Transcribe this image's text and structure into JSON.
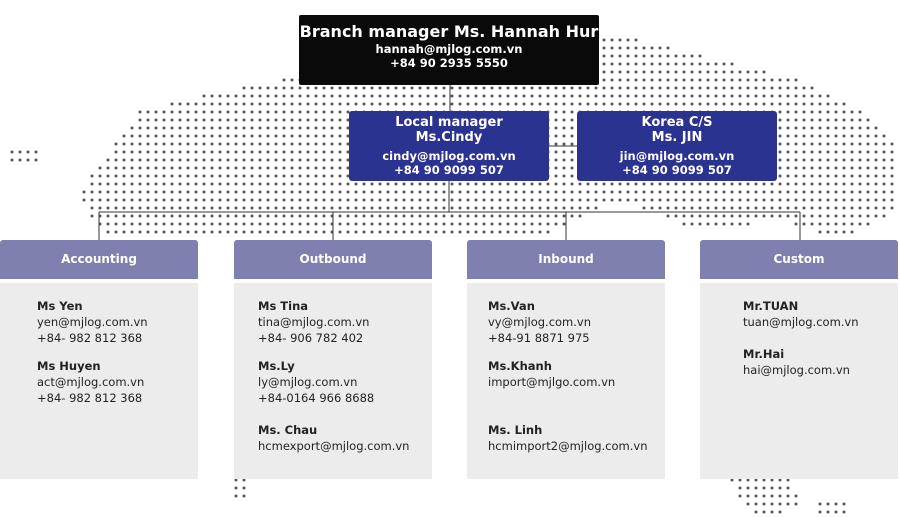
{
  "branch_manager": {
    "title": "Branch manager Ms. Hannah Hur",
    "email": "hannah@mjlog.com.vn",
    "phone": "+84 90 2935 5550"
  },
  "local_manager": {
    "title": "Local manager",
    "name": "Ms.Cindy",
    "email": "cindy@mjlog.com.vn",
    "phone": "+84 90 9099 507"
  },
  "korea_cs": {
    "title": "Korea C/S",
    "name": "Ms. JIN",
    "email": "jin@mjlog.com.vn",
    "phone": "+84 90 9099 507"
  },
  "departments": [
    {
      "name": "Accounting",
      "people": [
        {
          "name": "Ms Yen",
          "email": "yen@mjlog.com.vn",
          "phone": "+84- 982 812 368"
        },
        {
          "name": "Ms Huyen",
          "email": "act@mjlog.com.vn",
          "phone": "+84- 982 812 368"
        }
      ]
    },
    {
      "name": "Outbound",
      "people": [
        {
          "name": "Ms Tina",
          "email": "tina@mjlog.com.vn",
          "phone": "+84- 906 782 402"
        },
        {
          "name": "Ms.Ly",
          "email": "ly@mjlog.com.vn",
          "phone": "+84-0164 966 8688"
        },
        {
          "name": "Ms. Chau",
          "email": "hcmexport@mjlog.com.vn",
          "phone": ""
        }
      ]
    },
    {
      "name": "Inbound",
      "people": [
        {
          "name": "Ms.Van",
          "email": "vy@mjlog.com.vn",
          "phone": "+84-91 8871 975"
        },
        {
          "name": "Ms.Khanh",
          "email": "import@mjlgo.com.vn",
          "phone": ""
        },
        {
          "name": "Ms. Linh",
          "email": "hcmimport2@mjlog.com.vn",
          "phone": ""
        }
      ]
    },
    {
      "name": "Custom",
      "people": [
        {
          "name": "Mr.TUAN",
          "email": "tuan@mjlog.com.vn",
          "phone": ""
        },
        {
          "name": "Mr.Hai",
          "email": "hai@mjlog.com.vn",
          "phone": ""
        }
      ]
    }
  ],
  "colors": {
    "top_box": "#0a0a0a",
    "manager_box": "#2b3390",
    "dept_header": "#7f7fb0",
    "dept_body": "#ececec",
    "map_dots": "#555555"
  }
}
